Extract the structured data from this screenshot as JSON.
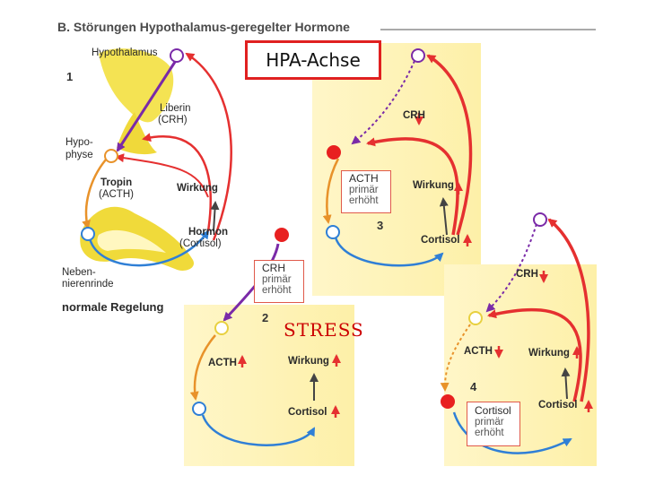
{
  "title": "B. Störungen Hypothalamus-geregelter Hormone",
  "overlay": {
    "hpa": "HPA-Achse",
    "stress": "STRESS"
  },
  "panel1": {
    "number": "1",
    "hypothalamus": "Hypothalamus",
    "liberin": [
      "Liberin",
      "(CRH)"
    ],
    "hypophyse": [
      "Hypo-",
      "physe"
    ],
    "tropin": [
      "Tropin",
      "(ACTH)"
    ],
    "wirkung": "Wirkung",
    "hormon": [
      "Hormon",
      "(Cortisol)"
    ],
    "nebenniere": [
      "Neben-",
      "nierenrinde"
    ],
    "caption": "normale Regelung"
  },
  "panel2": {
    "number": "2",
    "crh_box": [
      "CRH",
      "primär",
      "erhöht"
    ],
    "acth": "ACTH",
    "wirkung": "Wirkung",
    "cortisol": "Cortisol"
  },
  "panel3": {
    "number": "3",
    "crh": "CRH",
    "acth_box": [
      "ACTH",
      "primär",
      "erhöht"
    ],
    "wirkung": "Wirkung",
    "cortisol": "Cortisol"
  },
  "panel4": {
    "number": "4",
    "crh": "CRH",
    "acth": "ACTH",
    "wirkung": "Wirkung",
    "cortisol_box": [
      "Cortisol",
      "primär",
      "erhöht"
    ],
    "cortisol": "Cortisol"
  },
  "colors": {
    "red": "#e53030",
    "blue": "#2f7fd6",
    "purple": "#7a2aa8",
    "orange": "#e8922a",
    "panel_yellow": "#fdf3b0",
    "gland_yellow": "#f3e24a"
  }
}
